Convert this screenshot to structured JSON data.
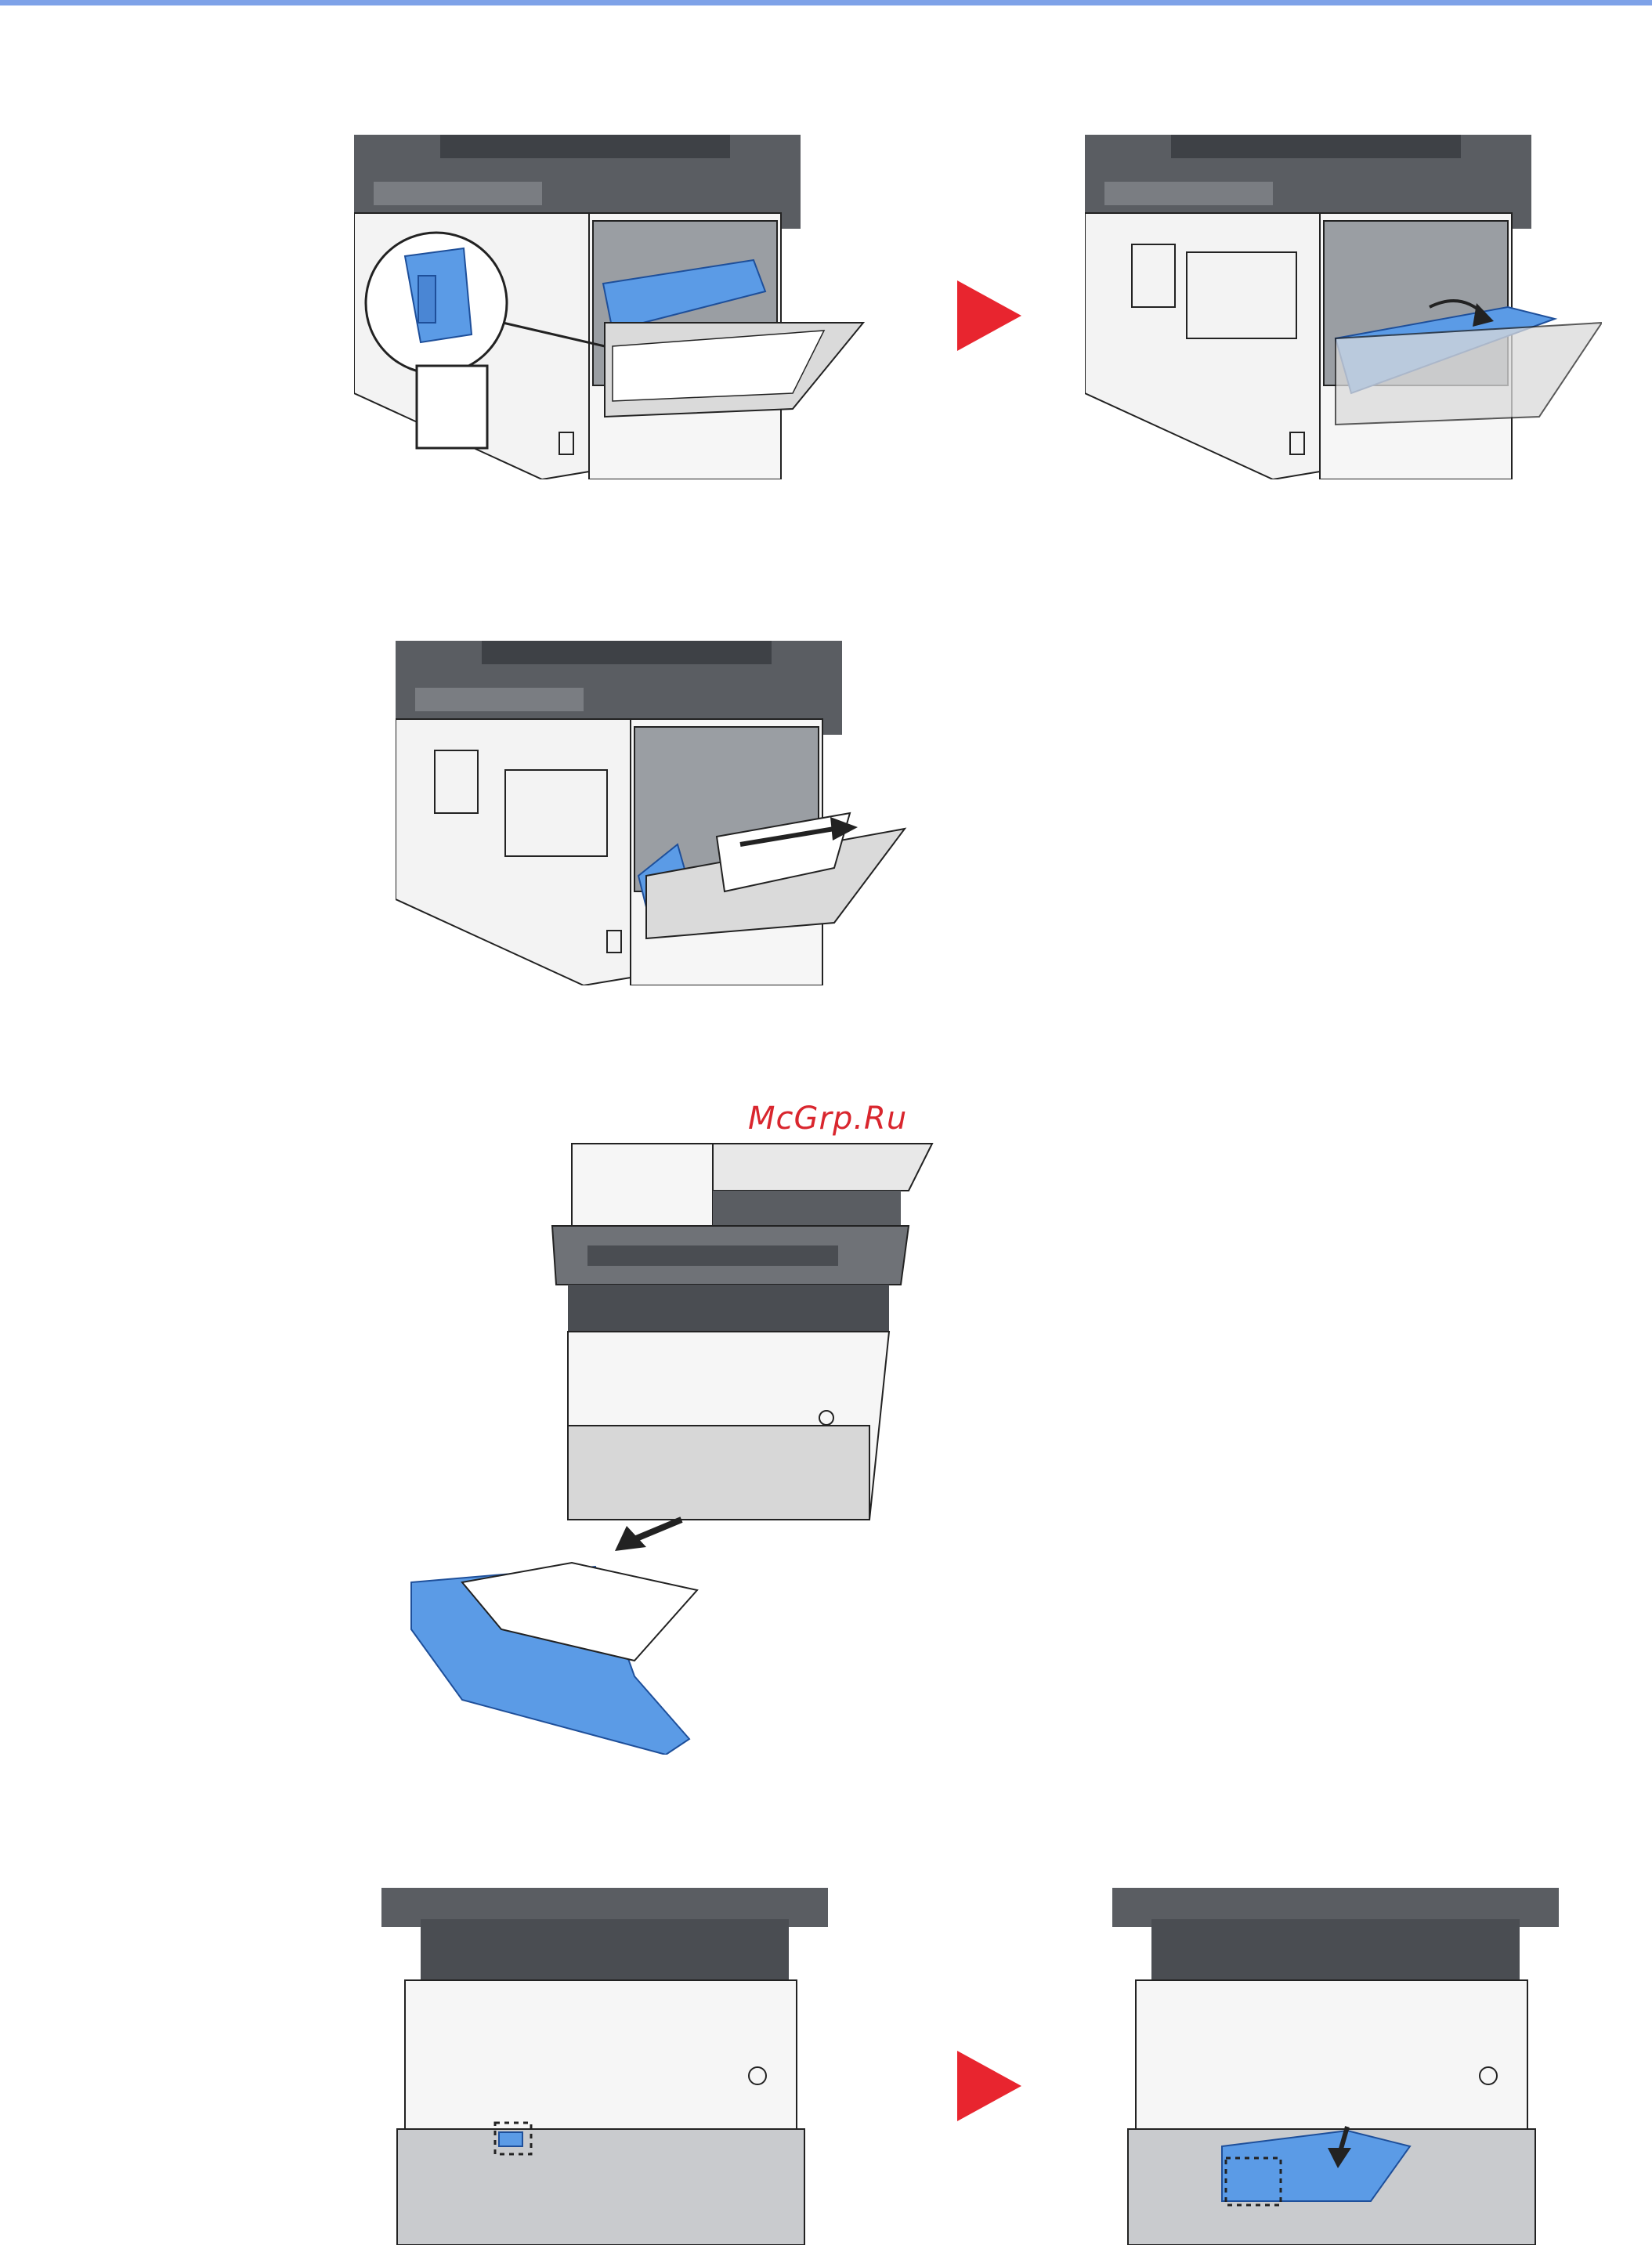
{
  "page": {
    "watermark": "McGrp.Ru"
  },
  "colors": {
    "accent_blue": "#5b9be6",
    "next_arrow_red": "#e8252f",
    "watermark_red": "#d9262e",
    "body_dark": "#5a5d62",
    "body_mid": "#8a8d92",
    "body_light": "#f4f4f4",
    "top_rule": "#7ea2e8"
  },
  "figures": [
    {
      "name": "fuser-cover-open-callout",
      "icon": "printer-rear-fuser-callout"
    },
    {
      "name": "fuser-unit-rotated",
      "icon": "printer-rear-fuser-rotate"
    },
    {
      "name": "pull-out-jammed-paper",
      "icon": "printer-rear-remove-paper"
    },
    {
      "name": "remove-paper-cassette",
      "icon": "printer-cassette-pull"
    },
    {
      "name": "cassette-slot-lever",
      "icon": "printer-front-lever"
    },
    {
      "name": "cassette-slot-lever-lowered",
      "icon": "printer-front-lever-down"
    }
  ],
  "step_arrows": [
    {
      "icon": "next-step-arrow-icon"
    },
    {
      "icon": "next-step-arrow-icon"
    }
  ]
}
